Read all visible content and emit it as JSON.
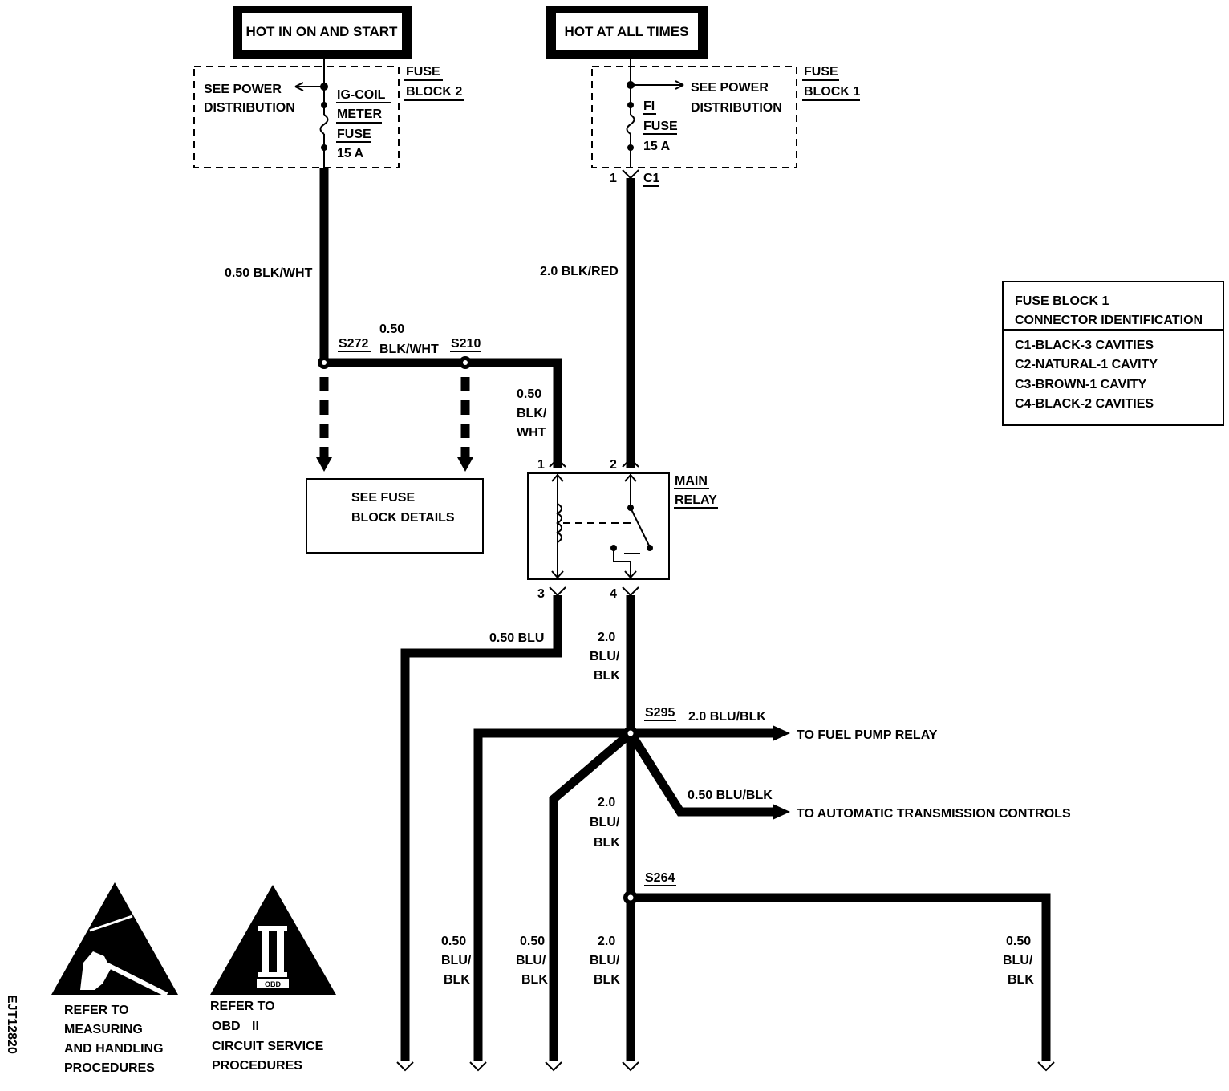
{
  "sources": {
    "left": "HOT IN ON AND START",
    "right": "HOT AT ALL TIMES"
  },
  "fuse_block_2": {
    "label_line1": "FUSE",
    "label_line2": "BLOCK 2",
    "see_power_line1": "SEE POWER",
    "see_power_line2": "DISTRIBUTION",
    "fuse_name_line1": "IG-COIL",
    "fuse_name_line2": "METER",
    "fuse_name_line3": "FUSE",
    "rating": "15 A"
  },
  "fuse_block_1": {
    "label_line1": "FUSE",
    "label_line2": "BLOCK 1",
    "see_power_line1": "SEE POWER",
    "see_power_line2": "DISTRIBUTION",
    "fuse_name_line1": "FI",
    "fuse_name_line2": "FUSE",
    "rating": "15 A",
    "connector_pin": "1",
    "connector": "C1"
  },
  "wires": {
    "w_blk_wht_main": "0.50 BLK/WHT",
    "w_blk_red": "2.0 BLK/RED",
    "w_blk_wht_mid_1": "0.50",
    "w_blk_wht_mid_2": "BLK/WHT",
    "w_blk_wht_down_1": "0.50",
    "w_blk_wht_down_2": "BLK/",
    "w_blk_wht_down_3": "WHT",
    "w_blu": "0.50 BLU",
    "w_blu_blk_relay_1": "2.0",
    "w_blu_blk_relay_2": "BLU/",
    "w_blu_blk_relay_3": "BLK",
    "w_fuel_pump": "2.0 BLU/BLK",
    "w_trans": "0.50 BLU/BLK",
    "w_mid_1": "2.0",
    "w_mid_2": "BLU/",
    "w_mid_3": "BLK",
    "bottom": [
      {
        "l1": "0.50",
        "l2": "BLU/",
        "l3": "BLK"
      },
      {
        "l1": "0.50",
        "l2": "BLU/",
        "l3": "BLK"
      },
      {
        "l1": "2.0",
        "l2": "BLU/",
        "l3": "BLK"
      },
      {
        "l1": "0.50",
        "l2": "BLU/",
        "l3": "BLK"
      }
    ]
  },
  "splices": {
    "s272": "S272",
    "s210": "S210",
    "s295": "S295",
    "s264": "S264"
  },
  "see_fuse_block": {
    "line1": "SEE FUSE",
    "line2": "BLOCK DETAILS"
  },
  "relay": {
    "label_line1": "MAIN",
    "label_line2": "RELAY",
    "pin1": "1",
    "pin2": "2",
    "pin3": "3",
    "pin4": "4"
  },
  "destinations": {
    "fuel_pump": "TO FUEL PUMP RELAY",
    "transmission": "TO AUTOMATIC TRANSMISSION CONTROLS"
  },
  "connector_table": {
    "title_line1": "FUSE BLOCK 1",
    "title_line2": "CONNECTOR IDENTIFICATION",
    "rows": [
      "C1-BLACK-3 CAVITIES",
      "C2-NATURAL-1 CAVITY",
      "C3-BROWN-1 CAVITY",
      "C4-BLACK-2 CAVITIES"
    ]
  },
  "notices": {
    "esd_line1": "REFER TO",
    "esd_line2": "MEASURING",
    "esd_line3": "AND HANDLING",
    "esd_line4": "PROCEDURES",
    "obd_line1": "REFER TO",
    "obd_line2": "OBD",
    "obd_roman": "II",
    "obd_line3": "CIRCUIT SERVICE",
    "obd_line4": "PROCEDURES",
    "obd_badge": "OBD"
  },
  "figure_id": "EJT12820"
}
